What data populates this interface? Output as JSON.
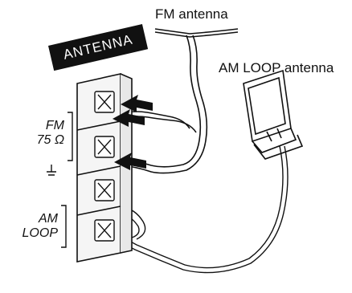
{
  "labels": {
    "fm_antenna": "FM antenna",
    "am_loop_antenna": "AM LOOP antenna",
    "antenna_badge": "ANTENNA",
    "fm_line1": "FM",
    "fm_line2": "75 Ω",
    "am_line1": "AM",
    "am_line2": "LOOP"
  },
  "colors": {
    "ink": "#111111",
    "background": "#ffffff",
    "panel": "#f5f5f5"
  }
}
